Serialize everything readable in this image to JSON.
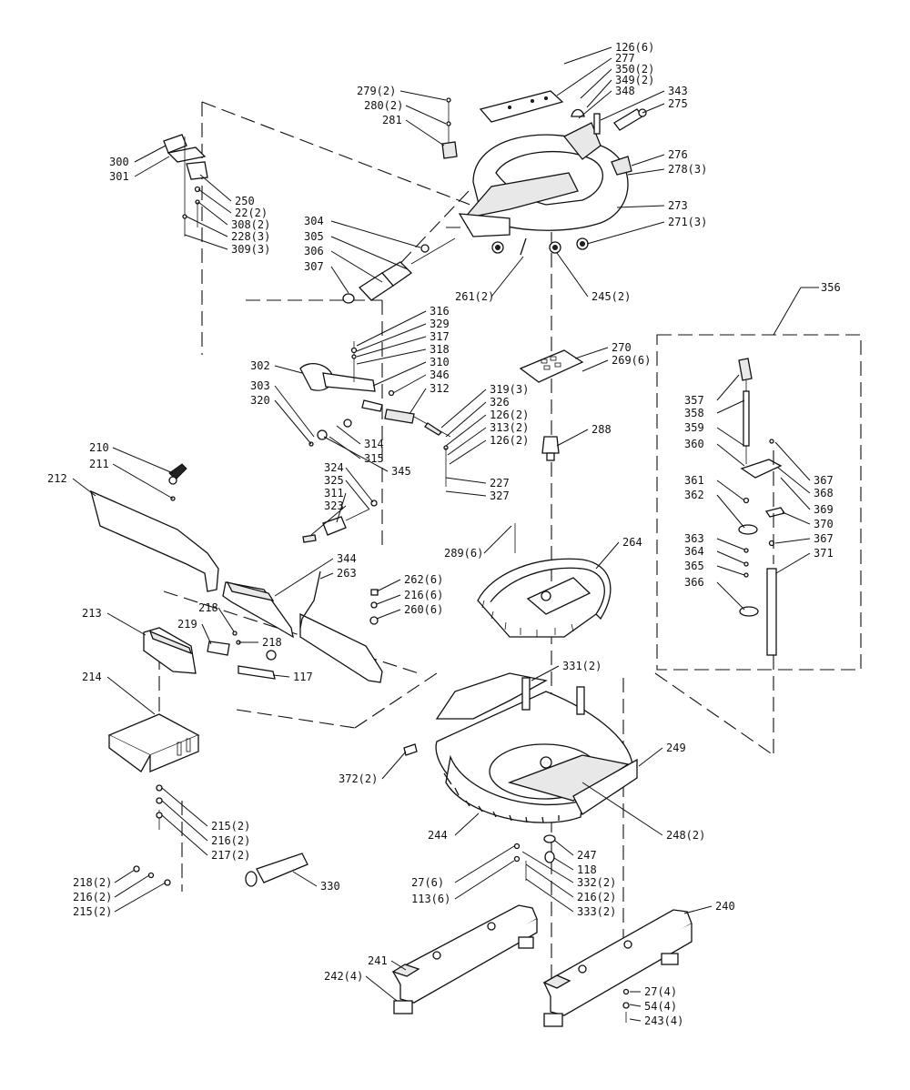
{
  "parts": [
    {
      "id": "126(6)",
      "label": "126(6)"
    },
    {
      "id": "277",
      "label": "277"
    },
    {
      "id": "350(2)",
      "label": "350(2)"
    },
    {
      "id": "349(2)",
      "label": "349(2)"
    },
    {
      "id": "348",
      "label": "348"
    },
    {
      "id": "343",
      "label": "343"
    },
    {
      "id": "275",
      "label": "275"
    },
    {
      "id": "276",
      "label": "276"
    },
    {
      "id": "278(3)",
      "label": "278(3)"
    },
    {
      "id": "273",
      "label": "273"
    },
    {
      "id": "271(3)",
      "label": "271(3)"
    },
    {
      "id": "279(2)",
      "label": "279(2)"
    },
    {
      "id": "280(2)",
      "label": "280(2)"
    },
    {
      "id": "281",
      "label": "281"
    },
    {
      "id": "300",
      "label": "300"
    },
    {
      "id": "301",
      "label": "301"
    },
    {
      "id": "250",
      "label": "250"
    },
    {
      "id": "22(2)",
      "label": "22(2)"
    },
    {
      "id": "308(2)",
      "label": "308(2)"
    },
    {
      "id": "228(3)",
      "label": "228(3)"
    },
    {
      "id": "309(3)",
      "label": "309(3)"
    },
    {
      "id": "304",
      "label": "304"
    },
    {
      "id": "305",
      "label": "305"
    },
    {
      "id": "306",
      "label": "306"
    },
    {
      "id": "307",
      "label": "307"
    },
    {
      "id": "261(2)",
      "label": "261(2)"
    },
    {
      "id": "245(2)",
      "label": "245(2)"
    },
    {
      "id": "356",
      "label": "356"
    },
    {
      "id": "316",
      "label": "316"
    },
    {
      "id": "329",
      "label": "329"
    },
    {
      "id": "317",
      "label": "317"
    },
    {
      "id": "318",
      "label": "318"
    },
    {
      "id": "302",
      "label": "302"
    },
    {
      "id": "310",
      "label": "310"
    },
    {
      "id": "346",
      "label": "346"
    },
    {
      "id": "312",
      "label": "312"
    },
    {
      "id": "319(3)",
      "label": "319(3)"
    },
    {
      "id": "303",
      "label": "303"
    },
    {
      "id": "326",
      "label": "326"
    },
    {
      "id": "320",
      "label": "320"
    },
    {
      "id": "126(2)a",
      "label": "126(2)"
    },
    {
      "id": "313(2)",
      "label": "313(2)"
    },
    {
      "id": "126(2)b",
      "label": "126(2)"
    },
    {
      "id": "314",
      "label": "314"
    },
    {
      "id": "315",
      "label": "315"
    },
    {
      "id": "345",
      "label": "345"
    },
    {
      "id": "227",
      "label": "227"
    },
    {
      "id": "327",
      "label": "327"
    },
    {
      "id": "270",
      "label": "270"
    },
    {
      "id": "269(6)",
      "label": "269(6)"
    },
    {
      "id": "288",
      "label": "288"
    },
    {
      "id": "357",
      "label": "357"
    },
    {
      "id": "358",
      "label": "358"
    },
    {
      "id": "359",
      "label": "359"
    },
    {
      "id": "360",
      "label": "360"
    },
    {
      "id": "367a",
      "label": "367"
    },
    {
      "id": "368",
      "label": "368"
    },
    {
      "id": "361",
      "label": "361"
    },
    {
      "id": "362",
      "label": "362"
    },
    {
      "id": "369",
      "label": "369"
    },
    {
      "id": "370",
      "label": "370"
    },
    {
      "id": "363",
      "label": "363"
    },
    {
      "id": "367b",
      "label": "367"
    },
    {
      "id": "364",
      "label": "364"
    },
    {
      "id": "371",
      "label": "371"
    },
    {
      "id": "365",
      "label": "365"
    },
    {
      "id": "366",
      "label": "366"
    },
    {
      "id": "210",
      "label": "210"
    },
    {
      "id": "211",
      "label": "211"
    },
    {
      "id": "212",
      "label": "212"
    },
    {
      "id": "324",
      "label": "324"
    },
    {
      "id": "325",
      "label": "325"
    },
    {
      "id": "311",
      "label": "311"
    },
    {
      "id": "323",
      "label": "323"
    },
    {
      "id": "289(6)",
      "label": "289(6)"
    },
    {
      "id": "264",
      "label": "264"
    },
    {
      "id": "344",
      "label": "344"
    },
    {
      "id": "263",
      "label": "263"
    },
    {
      "id": "262(6)",
      "label": "262(6)"
    },
    {
      "id": "216(6)",
      "label": "216(6)"
    },
    {
      "id": "260(6)",
      "label": "260(6)"
    },
    {
      "id": "213",
      "label": "213"
    },
    {
      "id": "218a",
      "label": "218"
    },
    {
      "id": "219",
      "label": "219"
    },
    {
      "id": "218b",
      "label": "218"
    },
    {
      "id": "117",
      "label": "117"
    },
    {
      "id": "331(2)",
      "label": "331(2)"
    },
    {
      "id": "214",
      "label": "214"
    },
    {
      "id": "249",
      "label": "249"
    },
    {
      "id": "372(2)",
      "label": "372(2)"
    },
    {
      "id": "248(2)",
      "label": "248(2)"
    },
    {
      "id": "244",
      "label": "244"
    },
    {
      "id": "215(2)a",
      "label": "215(2)"
    },
    {
      "id": "216(2)a",
      "label": "216(2)"
    },
    {
      "id": "217(2)",
      "label": "217(2)"
    },
    {
      "id": "247",
      "label": "247"
    },
    {
      "id": "118",
      "label": "118"
    },
    {
      "id": "27(6)",
      "label": "27(6)"
    },
    {
      "id": "332(2)",
      "label": "332(2)"
    },
    {
      "id": "218(2)",
      "label": "218(2)"
    },
    {
      "id": "330",
      "label": "330"
    },
    {
      "id": "216(2)b",
      "label": "216(2)"
    },
    {
      "id": "215(2)b",
      "label": "215(2)"
    },
    {
      "id": "113(6)",
      "label": "113(6)"
    },
    {
      "id": "216(2)c",
      "label": "216(2)"
    },
    {
      "id": "333(2)",
      "label": "333(2)"
    },
    {
      "id": "240",
      "label": "240"
    },
    {
      "id": "241",
      "label": "241"
    },
    {
      "id": "242(4)",
      "label": "242(4)"
    },
    {
      "id": "27(4)",
      "label": "27(4)"
    },
    {
      "id": "54(4)",
      "label": "54(4)"
    },
    {
      "id": "243(4)",
      "label": "243(4)"
    }
  ]
}
